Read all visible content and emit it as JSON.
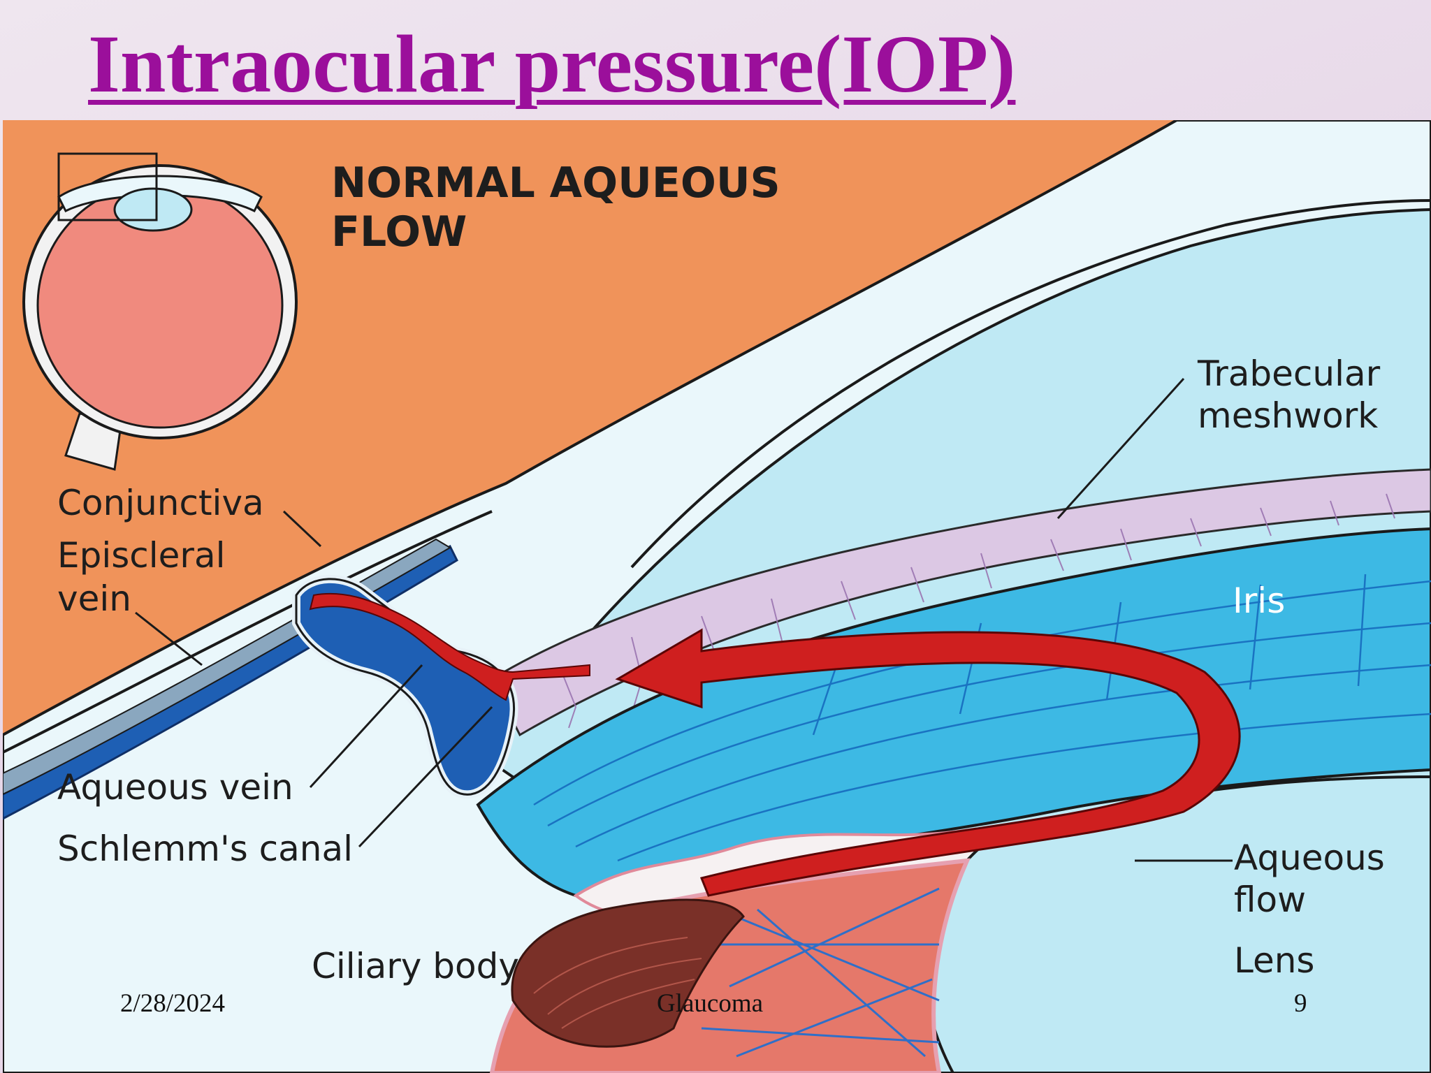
{
  "slide": {
    "title": "Intraocular pressure(IOP)",
    "colors": {
      "title": "#9b0f9b",
      "background": "#e9dcea"
    }
  },
  "diagram": {
    "heading_line1": "NORMAL AQUEOUS",
    "heading_line2": "FLOW",
    "labels": {
      "trabecular_line1": "Trabecular",
      "trabecular_line2": "meshwork",
      "conjunctiva": "Conjunctiva",
      "episcleral_line1": "Episcleral",
      "episcleral_line2": "vein",
      "iris": "Iris",
      "aqueous_vein": "Aqueous vein",
      "schlemm": "Schlemm's canal",
      "aqueous_flow_line1": "Aqueous",
      "aqueous_flow_line2": "flow",
      "lens": "Lens",
      "ciliary_body": "Ciliary body"
    },
    "colors": {
      "tissue_orange": "#f0935a",
      "cornea": "#d9f1f7",
      "anterior_chamber": "#bfe9f4",
      "iris": "#3db9e4",
      "trabecular": "#dcc8e4",
      "vein": "#1e5fb4",
      "flow_arrow": "#cf1f1f",
      "ciliary": "#e5786a",
      "ciliary_process": "#7a3028"
    }
  },
  "footer": {
    "date": "2/28/2024",
    "center": "Glaucoma",
    "page": "9"
  }
}
